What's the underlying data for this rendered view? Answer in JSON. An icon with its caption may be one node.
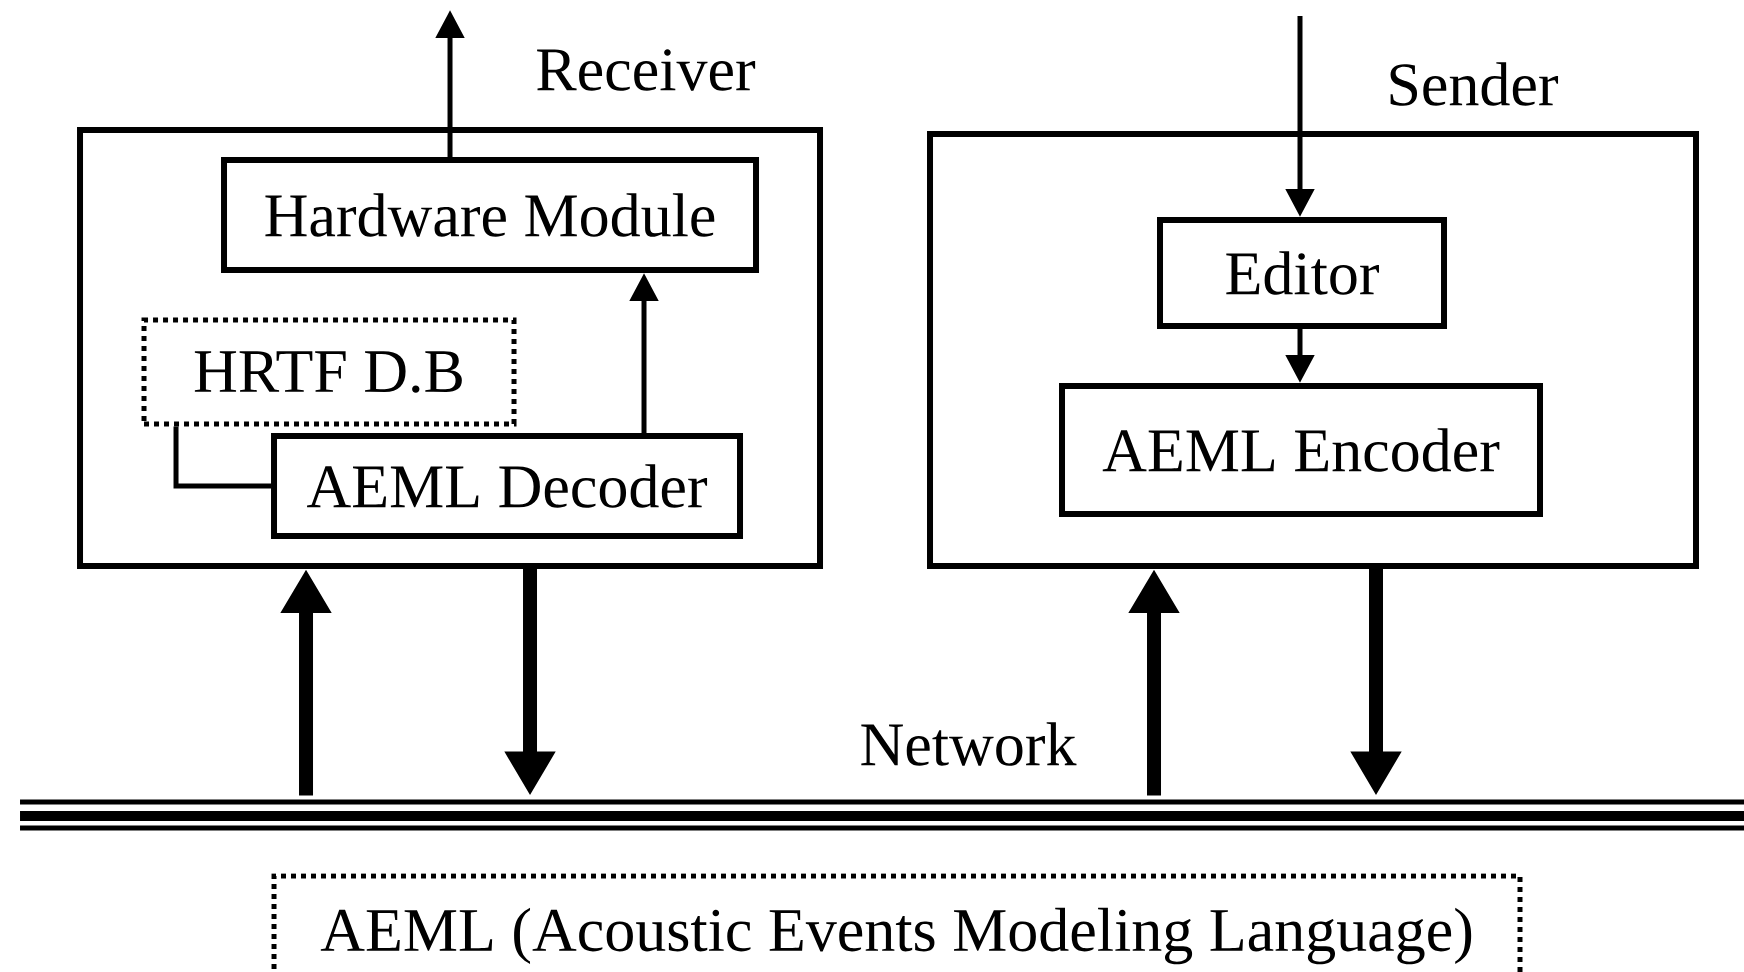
{
  "diagram": {
    "nodes": [
      {
        "text": [
          "Receiver"
        ]
      },
      {
        "text": [
          "Hardware Module"
        ],
        "in": 0
      },
      {
        "text": [
          "HRTF D.B"
        ],
        "in": 0
      },
      {
        "text": [
          "AEML Decoder"
        ],
        "in": 0
      },
      {
        "text": [
          "Sender"
        ]
      },
      {
        "text": [
          "Editor"
        ],
        "in": 4
      },
      {
        "text": [
          "AEML Encoder"
        ],
        "in": 4
      },
      {
        "text": [
          "Network"
        ]
      },
      {
        "text": [
          "AEML (Acoustic Events Modeling Language)"
        ]
      }
    ],
    "edges": [
      {
        "from": 1,
        "to": null,
        "arrow": "to"
      },
      {
        "from": 3,
        "to": 1,
        "arrow": "to"
      },
      {
        "from": 2,
        "to": 3,
        "arrow": "none"
      },
      {
        "from": null,
        "to": 5,
        "arrow": "to"
      },
      {
        "from": 5,
        "to": 6,
        "arrow": "to"
      },
      {
        "from": 7,
        "to": 0,
        "arrow": "to",
        "style": "thick"
      },
      {
        "from": 0,
        "to": 7,
        "arrow": "to",
        "style": "thick"
      },
      {
        "from": 7,
        "to": 4,
        "arrow": "to",
        "style": "thick"
      },
      {
        "from": 4,
        "to": 7,
        "arrow": "to",
        "style": "thick"
      }
    ]
  }
}
